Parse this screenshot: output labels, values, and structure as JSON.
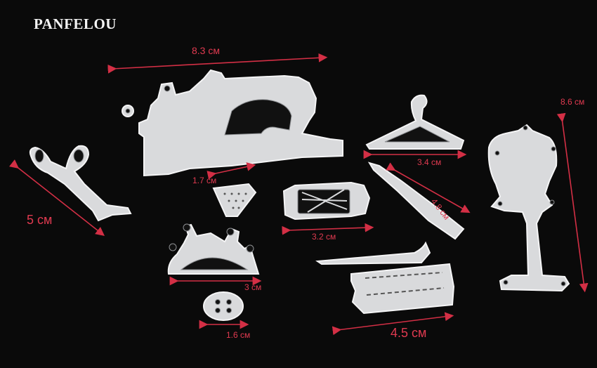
{
  "brand": "PANFELOU",
  "labels": {
    "sewing_machine_width": "8.3 см",
    "scissors_length": "5 см",
    "mannequin_height": "8.6 см",
    "hanger_width": "3.4 см",
    "ripper_length": "4.8 см",
    "thimble_width": "1.7 см",
    "thread_card_width": "3.2 см",
    "pincushion_width": "3 см",
    "button_width": "1.6 см",
    "needle_card_width": "4.5 см"
  },
  "colors": {
    "background": "#0a0a0a",
    "metal": "#d9dadc",
    "measure_line": "#d32f45"
  }
}
